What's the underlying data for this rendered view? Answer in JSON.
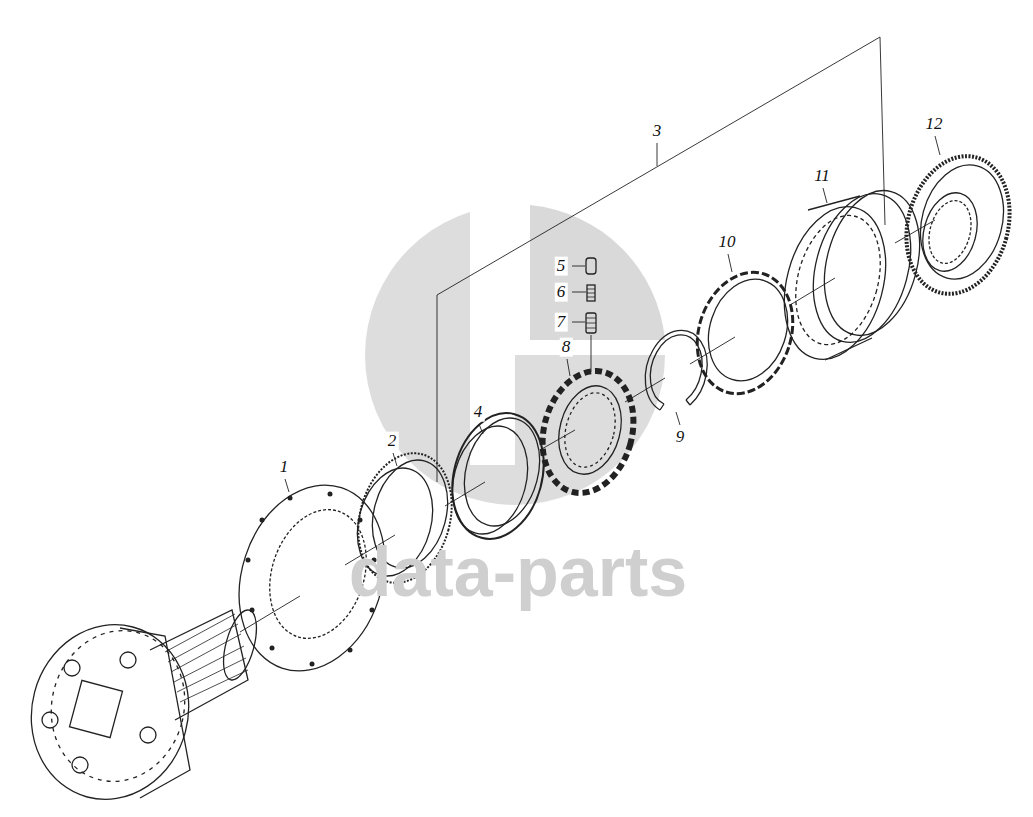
{
  "diagram": {
    "labels": [
      "1",
      "2",
      "3",
      "4",
      "5",
      "6",
      "7",
      "8",
      "9",
      "10",
      "11",
      "12",
      "data-parts"
    ]
  }
}
